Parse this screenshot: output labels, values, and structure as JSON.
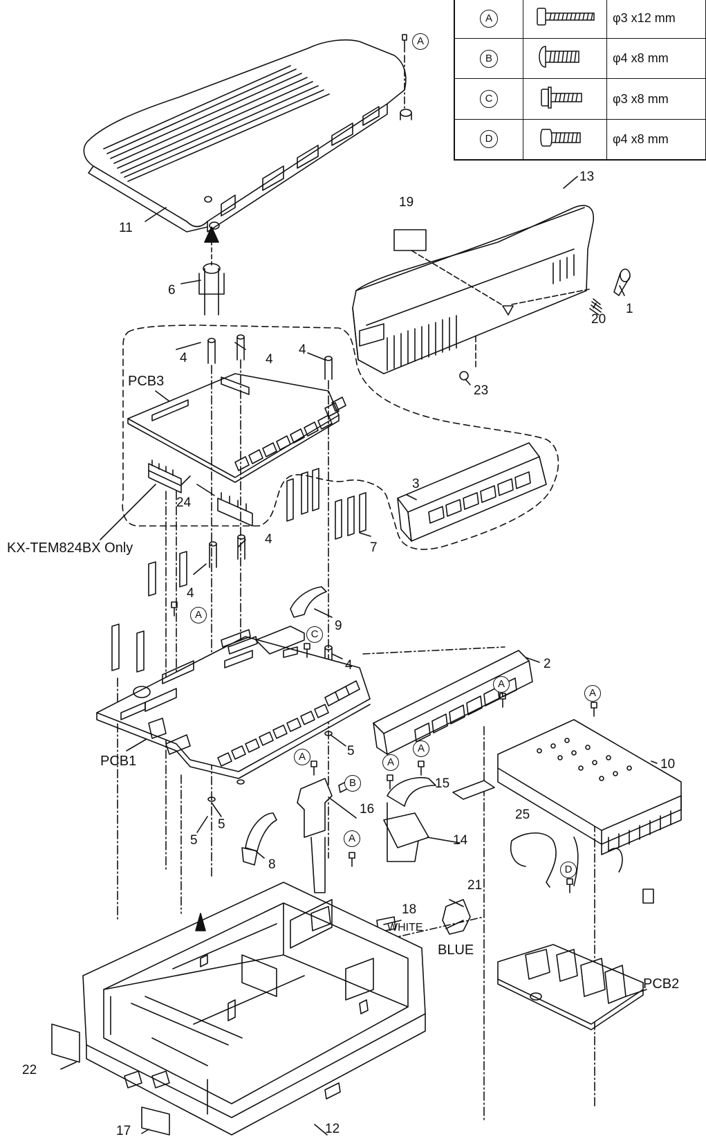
{
  "screw_table": {
    "rows": [
      {
        "letter": "A",
        "size": "φ3 x12 mm",
        "icon": "long-pan-screw-icon"
      },
      {
        "letter": "B",
        "size": "φ4 x8 mm",
        "icon": "round-head-screw-icon"
      },
      {
        "letter": "C",
        "size": "φ3 x8 mm",
        "icon": "washer-screw-icon"
      },
      {
        "letter": "D",
        "size": "φ4 x8 mm",
        "icon": "pan-screw-icon"
      }
    ]
  },
  "part_labels": {
    "p1": "1",
    "p2": "2",
    "p3": "3",
    "p4": "4",
    "p5": "5",
    "p6": "6",
    "p7": "7",
    "p8": "8",
    "p9": "9",
    "p10": "10",
    "p11": "11",
    "p12": "12",
    "p13": "13",
    "p14": "14",
    "p15": "15",
    "p16": "16",
    "p17": "17",
    "p18": "18",
    "p19": "19",
    "p20": "20",
    "p21": "21",
    "p22": "22",
    "p23": "23",
    "p24": "24",
    "p25": "25"
  },
  "board_labels": {
    "pcb1": "PCB1",
    "pcb2": "PCB2",
    "pcb3": "PCB3",
    "only_note": "KX-TEM824BX Only"
  },
  "wire_labels": {
    "white": "WHITE",
    "blue": "BLUE"
  },
  "screw_callouts": {
    "a": "A",
    "b": "B",
    "c": "C",
    "d": "D"
  }
}
